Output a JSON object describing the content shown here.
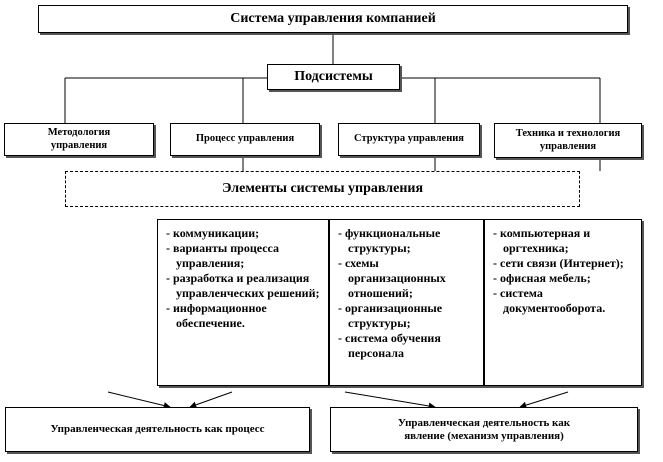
{
  "top": {
    "title": "Система управления компанией"
  },
  "subsystems": {
    "label": "Подсистемы",
    "items": [
      {
        "label": "Методология управления"
      },
      {
        "label": "Процесс управления"
      },
      {
        "label": "Структура управления"
      },
      {
        "label": "Техника и технология управления"
      }
    ]
  },
  "elements": {
    "label": "Элементы системы управления"
  },
  "columns": [
    {
      "items": [
        "- коммуникации;",
        "- варианты процесса управления;",
        "- разработка и реализация управленческих решений;",
        "- информационное обеспечение."
      ]
    },
    {
      "items": [
        "- функциональные структуры;",
        "- схемы организационных отношений;",
        "- организационные структуры;",
        "- система обучения персонала"
      ]
    },
    {
      "items": [
        "- компьютерная и оргтехника;",
        "- сети связи (Интернет);",
        "- офисная мебель;",
        "- система документооборота."
      ]
    }
  ],
  "outcomes": [
    {
      "label": "Управленческая деятельность как процесс"
    },
    {
      "label": "Управленческая деятельность как явление (механизм управления)"
    }
  ]
}
